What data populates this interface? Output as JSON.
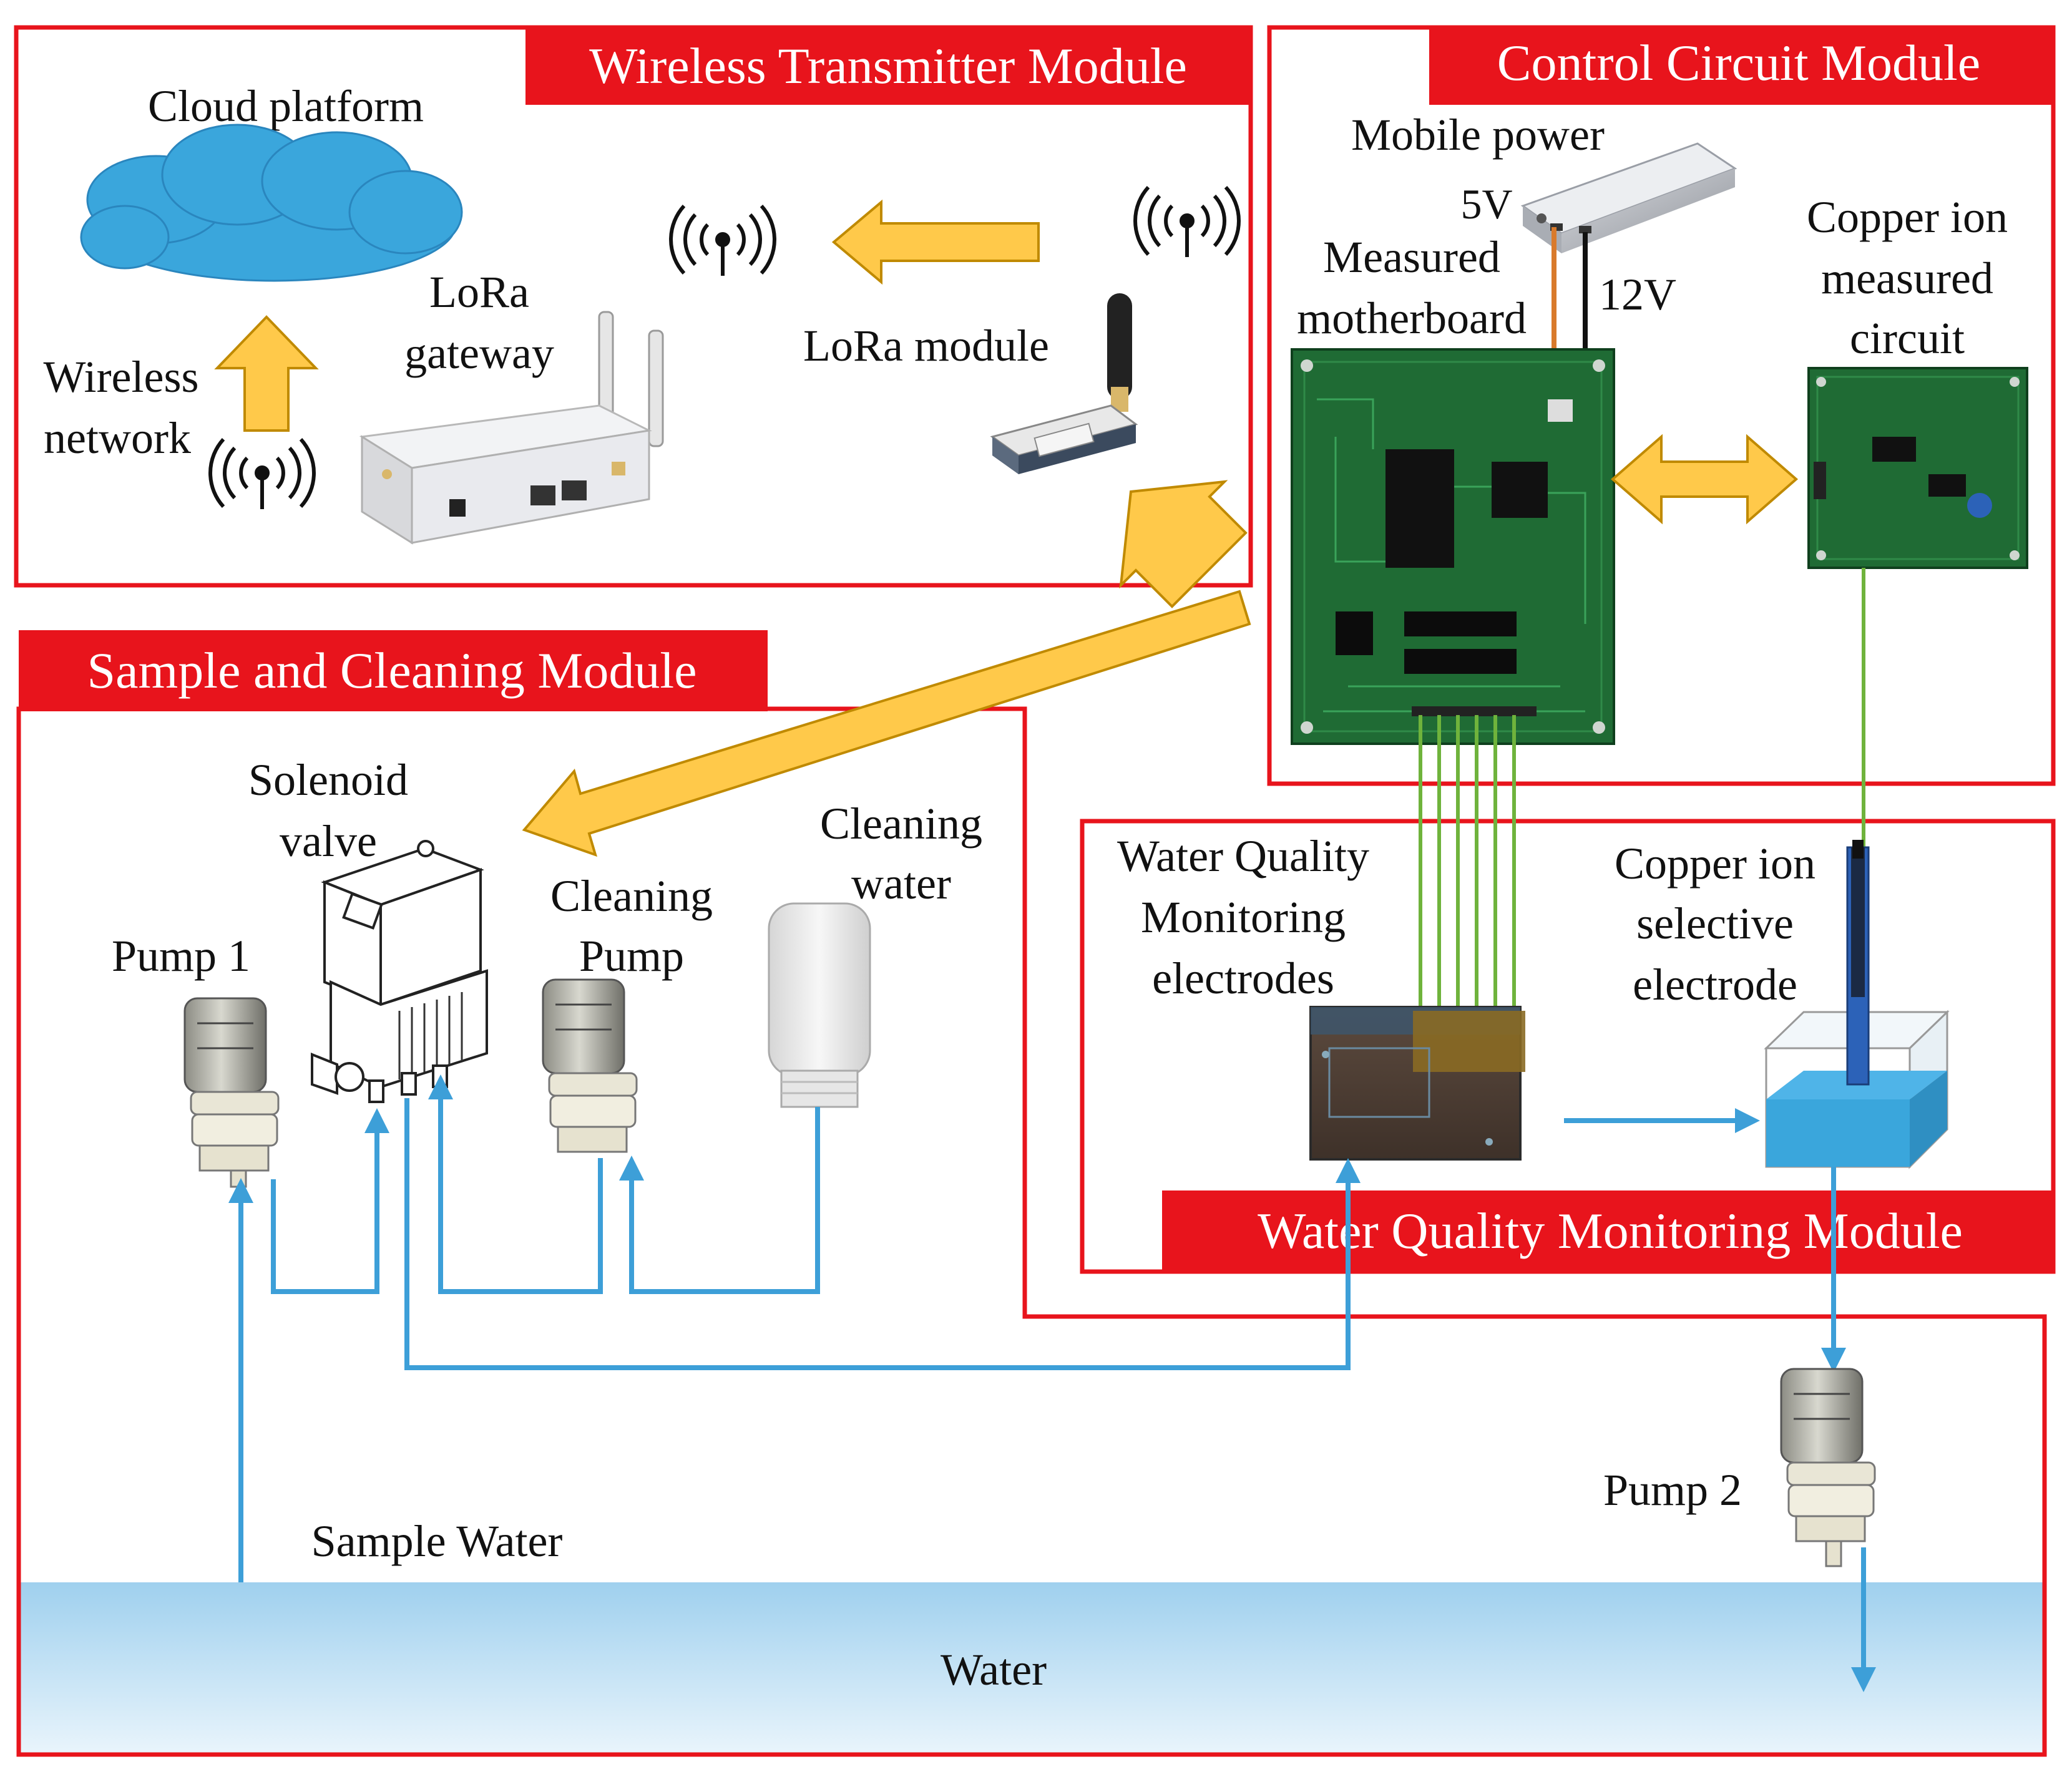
{
  "modules": {
    "wireless": "Wireless Transmitter Module",
    "control": "Control Circuit Module",
    "sample": "Sample and Cleaning Module",
    "wqm": "Water Quality Monitoring Module"
  },
  "labels": {
    "cloud_platform": "Cloud platform",
    "lora_gateway": [
      "LoRa",
      "gateway"
    ],
    "lora_module": "LoRa module",
    "wireless_network": [
      "Wireless",
      "network"
    ],
    "mobile_power": "Mobile power",
    "v5": "5V",
    "v12": "12V",
    "measured_motherboard": [
      "Measured",
      "motherboard"
    ],
    "copper_measured_circuit": [
      "Copper ion",
      "measured",
      "circuit"
    ],
    "solenoid_valve": [
      "Solenoid",
      "valve"
    ],
    "pump1": "Pump 1",
    "cleaning_pump": [
      "Cleaning",
      "Pump"
    ],
    "cleaning_water": [
      "Cleaning",
      "water"
    ],
    "wq_electrodes": [
      "Water Quality",
      "Monitoring",
      "electrodes"
    ],
    "copper_electrode": [
      "Copper ion",
      "selective",
      "electrode"
    ],
    "pump2": "Pump 2",
    "sample_water": "Sample Water",
    "water": "Water"
  },
  "colors": {
    "module_frame": "#e8141c",
    "arrow_fill": "#ffc94a",
    "arrow_stroke": "#c08a00",
    "pipe": "#3d9fd8",
    "signal_wire": "#6fb33c",
    "pcb": "#1f6b34",
    "cloud": "#3aa6dc",
    "water_top": "#9fd0ee",
    "water_bottom": "#eaf5fc"
  },
  "icons": [
    "cloud-icon",
    "wifi-signal-icon",
    "lora-gateway-icon",
    "lora-module-icon",
    "power-bank-icon",
    "pcb-board-icon",
    "pump-icon",
    "solenoid-valve-icon",
    "bottle-icon",
    "electrode-tank-icon"
  ]
}
